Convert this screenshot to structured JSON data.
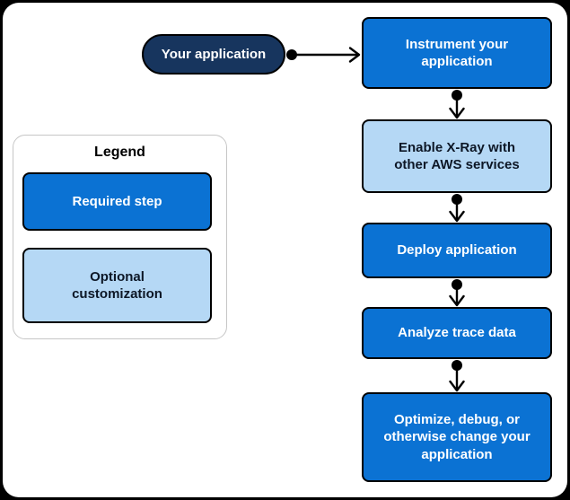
{
  "diagram": {
    "start_node": {
      "label": "Your application",
      "type": "application"
    },
    "steps": [
      {
        "label": "Instrument your application",
        "type": "required"
      },
      {
        "label": "Enable X-Ray with other AWS services",
        "type": "optional"
      },
      {
        "label": "Deploy application",
        "type": "required"
      },
      {
        "label": "Analyze trace data",
        "type": "required"
      },
      {
        "label": "Optimize, debug, or otherwise change your application",
        "type": "required"
      }
    ],
    "legend": {
      "title": "Legend",
      "items": [
        {
          "label": "Required step",
          "type": "required"
        },
        {
          "label": "Optional customization",
          "type": "optional"
        }
      ]
    },
    "colors": {
      "required_fill": "#0B72D3",
      "optional_fill": "#B5D8F5",
      "application_fill": "#17355E",
      "outline": "#000000",
      "text_on_dark": "#FFFFFF",
      "text_on_light": "#0D1726",
      "canvas_fill": "#FFFFFF",
      "frame": "#000000",
      "legend_border": "#C6C6C6"
    }
  }
}
